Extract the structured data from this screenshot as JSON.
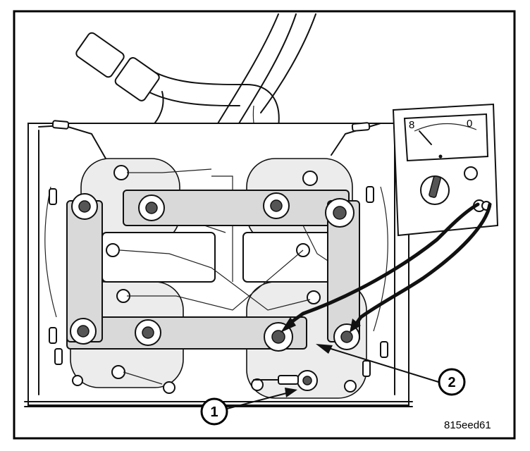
{
  "figure": {
    "callouts": [
      {
        "number": "1"
      },
      {
        "number": "2"
      }
    ],
    "figure_id": "815eed61",
    "meter": {
      "scale_labels": [
        "8",
        "0"
      ]
    }
  },
  "colors": {
    "ink": "#111111",
    "background": "#ffffff",
    "panel": "#d9d9d9"
  },
  "icons": [
    "ohmmeter-icon",
    "terminal-stud-icon",
    "callout-arrow-icon",
    "test-lead-icon"
  ]
}
